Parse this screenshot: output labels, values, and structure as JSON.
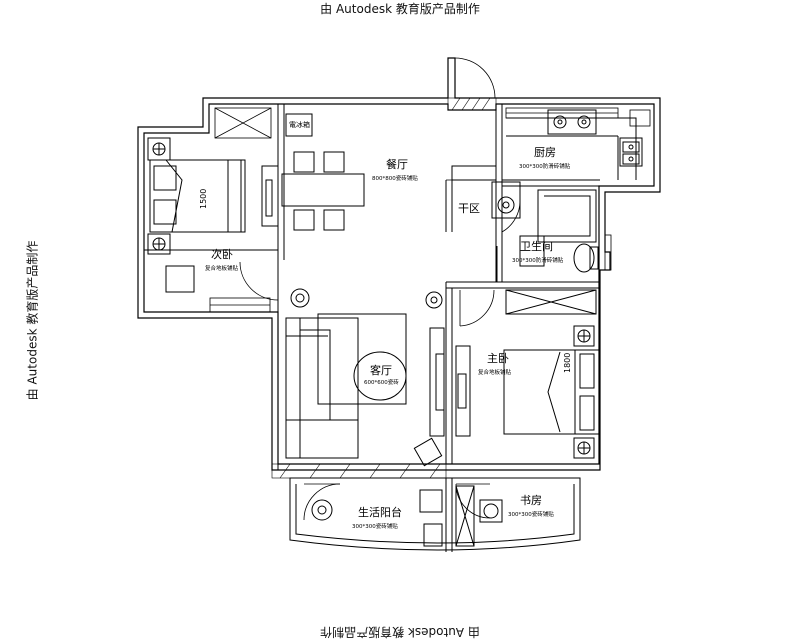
{
  "watermark": "由 Autodesk 教育版产品制作",
  "rooms": [
    {
      "key": "dining",
      "name": "餐厅",
      "spec": "800*800瓷砖铺贴"
    },
    {
      "key": "kitchen",
      "name": "厨房",
      "spec": "300*300防滑砖铺贴"
    },
    {
      "key": "dry",
      "name": "干区"
    },
    {
      "key": "bath",
      "name": "卫生间",
      "spec": "300*300防滑砖铺贴"
    },
    {
      "key": "second",
      "name": "次卧",
      "spec": "复合地板铺贴"
    },
    {
      "key": "living",
      "name": "客厅",
      "spec": "600*600瓷砖"
    },
    {
      "key": "master",
      "name": "主卧",
      "spec": "复合地板铺贴"
    },
    {
      "key": "balcony",
      "name": "生活阳台",
      "spec": "300*300瓷砖铺贴"
    },
    {
      "key": "study",
      "name": "书房",
      "spec": "300*300瓷砖铺贴"
    }
  ],
  "dimensions": {
    "second_bed": "1500",
    "master_bed": "1800"
  },
  "fixtures": {
    "fridge": "電冰箱"
  }
}
